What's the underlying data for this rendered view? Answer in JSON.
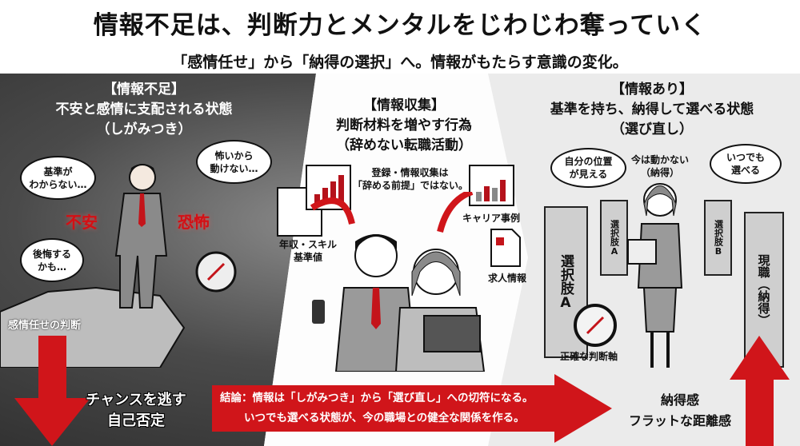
{
  "header": {
    "title": "情報不足は、判断力とメンタルをじわじわ奪っていく",
    "subtitle": "「感情任せ」から「納得の選択」へ。情報がもたらす意識の変化。"
  },
  "left": {
    "tag": "【情報不足】",
    "heading": "不安と感情に支配される状態",
    "sub": "（しがみつき）",
    "bubbles": [
      {
        "l1": "基準が",
        "l2": "わからない…"
      },
      {
        "l1": "怖いから",
        "l2": "動けない…"
      },
      {
        "l1": "後悔する",
        "l2": "かも…"
      }
    ],
    "emotion1": "不安",
    "emotion2": "恐怖",
    "cliff_label": "感情任せの判断",
    "result_l1": "チャンスを逃す",
    "result_l2": "自己否定"
  },
  "middle": {
    "tag": "【情報収集】",
    "heading": "判断材料を増やす行為",
    "sub": "（辞めない転職活動）",
    "note_l1": "登録・情報収集は",
    "note_l2": "「辞める前提」ではない。",
    "item1_l1": "年収・スキル",
    "item1_l2": "基準値",
    "item2": "キャリア事例",
    "item3": "求人情報"
  },
  "right": {
    "tag": "【情報あり】",
    "heading": "基準を持ち、納得して選べる状態",
    "sub": "（選び直し）",
    "bubble1_l1": "自分の位置",
    "bubble1_l2": "が見える",
    "center_l1": "今は動かない",
    "center_l2": "（納得）",
    "bubble2_l1": "いつでも",
    "bubble2_l2": "選べる",
    "doors": [
      "選択肢A",
      "選択肢A",
      "選択肢B",
      "現職（納得）"
    ],
    "compass_label": "正確な判断軸",
    "result_l1": "納得感",
    "result_l2": "フラットな距離感"
  },
  "conclusion": {
    "l1": "結論：情報は「しがみつき」から「選び直し」への切符になる。",
    "l2": "いつでも選べる状態が、今の職場との健全な関係を作る。"
  },
  "colors": {
    "accent": "#d0151a",
    "dark": "#2a2a2a",
    "light": "#ebebeb"
  }
}
